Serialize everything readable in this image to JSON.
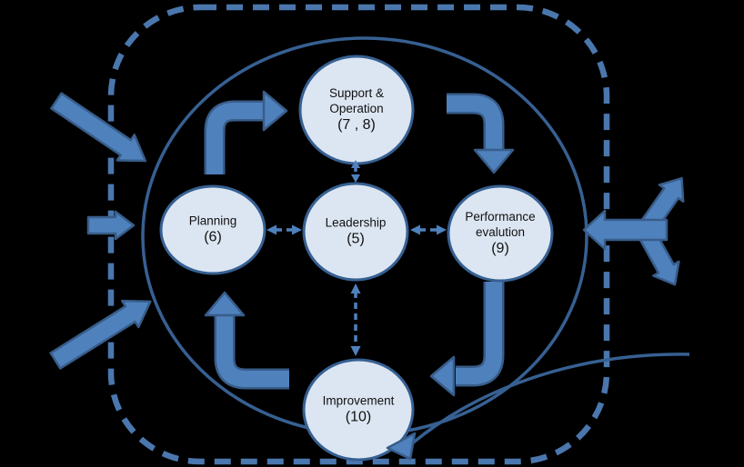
{
  "nodes": {
    "support": {
      "name": "Support & Operation",
      "number": "(7 , 8)"
    },
    "planning": {
      "name": "Planning",
      "number": "(6)"
    },
    "leadership": {
      "name": "Leadership",
      "number": "(5)"
    },
    "performance": {
      "name": "Performance evalution",
      "number": "(9)"
    },
    "improvement": {
      "name": "Improvement",
      "number": "(10)"
    }
  },
  "colors": {
    "background": "#000000",
    "arrow_fill": "#4f81bd",
    "arrow_stroke": "#385d8a",
    "node_fill": "#dce6f2",
    "node_stroke": "#366092",
    "cycle_stroke": "#376092",
    "boundary_stroke": "#4a77ad"
  }
}
